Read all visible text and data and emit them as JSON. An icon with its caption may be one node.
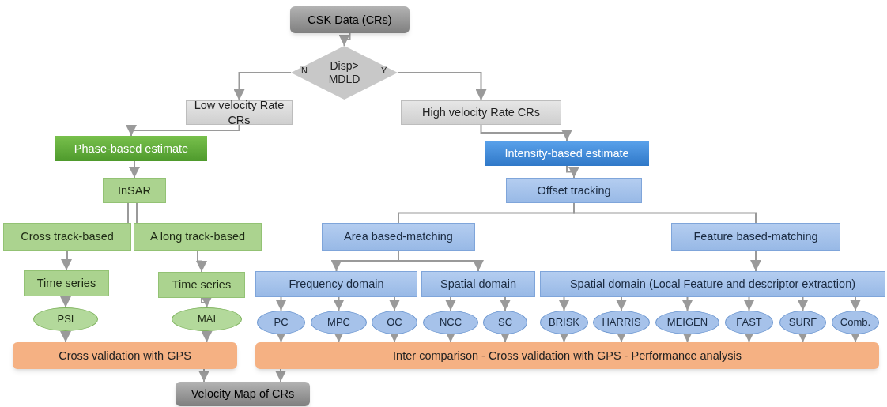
{
  "diagram": {
    "nodes": [
      {
        "text": [
          "CSK Data (CRs)"
        ]
      },
      {
        "text": [
          "Disp> MDLD"
        ]
      },
      {
        "text": [
          "Low velocity Rate CRs"
        ]
      },
      {
        "text": [
          "High velocity Rate CRs"
        ]
      },
      {
        "text": [
          "Phase-based estimate"
        ]
      },
      {
        "text": [
          "Intensity-based estimate"
        ]
      },
      {
        "text": [
          "InSAR"
        ]
      },
      {
        "text": [
          "Offset tracking"
        ]
      },
      {
        "text": [
          "Cross track-based"
        ]
      },
      {
        "text": [
          "A long track-based"
        ]
      },
      {
        "text": [
          "Area based-matching"
        ]
      },
      {
        "text": [
          "Feature based-matching"
        ]
      },
      {
        "text": [
          "Time series"
        ]
      },
      {
        "text": [
          "Time series"
        ]
      },
      {
        "text": [
          "Frequency domain"
        ]
      },
      {
        "text": [
          "Spatial domain"
        ]
      },
      {
        "text": [
          "Spatial domain (Local Feature and descriptor extraction)"
        ]
      },
      {
        "text": [
          "PSI"
        ]
      },
      {
        "text": [
          "MAI"
        ]
      },
      {
        "text": [
          "PC"
        ]
      },
      {
        "text": [
          "MPC"
        ]
      },
      {
        "text": [
          "OC"
        ]
      },
      {
        "text": [
          "NCC"
        ]
      },
      {
        "text": [
          "SC"
        ]
      },
      {
        "text": [
          "BRISK"
        ]
      },
      {
        "text": [
          "HARRIS"
        ]
      },
      {
        "text": [
          "MEIGEN"
        ]
      },
      {
        "text": [
          "FAST"
        ]
      },
      {
        "text": [
          "SURF"
        ]
      },
      {
        "text": [
          "Comb."
        ]
      },
      {
        "text": [
          "Cross validation with GPS"
        ]
      },
      {
        "text": [
          "Inter comparison - Cross validation with GPS - Performance analysis"
        ]
      },
      {
        "text": [
          "Velocity Map of CRs"
        ]
      }
    ],
    "edges": [
      {
        "from": 0,
        "to": 1,
        "arrow": "to"
      },
      {
        "from": 1,
        "to": 2,
        "arrow": "to",
        "label": "N"
      },
      {
        "from": 1,
        "to": 3,
        "arrow": "to",
        "label": "Y"
      },
      {
        "from": 2,
        "to": 4,
        "arrow": "to"
      },
      {
        "from": 3,
        "to": 5,
        "arrow": "to"
      },
      {
        "from": 4,
        "to": 6,
        "arrow": "to"
      },
      {
        "from": 5,
        "to": 7,
        "arrow": "to"
      },
      {
        "from": 6,
        "to": 8,
        "arrow": "none"
      },
      {
        "from": 6,
        "to": 9,
        "arrow": "none"
      },
      {
        "from": 7,
        "to": 10,
        "arrow": "none"
      },
      {
        "from": 7,
        "to": 11,
        "arrow": "none"
      },
      {
        "from": 8,
        "to": 12,
        "arrow": "to"
      },
      {
        "from": 9,
        "to": 13,
        "arrow": "to"
      },
      {
        "from": 10,
        "to": 14,
        "arrow": "to"
      },
      {
        "from": 10,
        "to": 15,
        "arrow": "to"
      },
      {
        "from": 11,
        "to": 16,
        "arrow": "to"
      },
      {
        "from": 12,
        "to": 17,
        "arrow": "to"
      },
      {
        "from": 13,
        "to": 18,
        "arrow": "to"
      },
      {
        "from": 14,
        "to": 19,
        "arrow": "to"
      },
      {
        "from": 14,
        "to": 20,
        "arrow": "to"
      },
      {
        "from": 14,
        "to": 21,
        "arrow": "to"
      },
      {
        "from": 15,
        "to": 22,
        "arrow": "to"
      },
      {
        "from": 15,
        "to": 23,
        "arrow": "to"
      },
      {
        "from": 16,
        "to": 24,
        "arrow": "to"
      },
      {
        "from": 16,
        "to": 25,
        "arrow": "to"
      },
      {
        "from": 16,
        "to": 26,
        "arrow": "to"
      },
      {
        "from": 16,
        "to": 27,
        "arrow": "to"
      },
      {
        "from": 16,
        "to": 28,
        "arrow": "to"
      },
      {
        "from": 16,
        "to": 29,
        "arrow": "to"
      },
      {
        "from": 17,
        "to": 30,
        "arrow": "to"
      },
      {
        "from": 18,
        "to": 30,
        "arrow": "to"
      },
      {
        "from": 19,
        "to": 31,
        "arrow": "to"
      },
      {
        "from": 20,
        "to": 31,
        "arrow": "to"
      },
      {
        "from": 21,
        "to": 31,
        "arrow": "to"
      },
      {
        "from": 22,
        "to": 31,
        "arrow": "to"
      },
      {
        "from": 23,
        "to": 31,
        "arrow": "to"
      },
      {
        "from": 24,
        "to": 31,
        "arrow": "to"
      },
      {
        "from": 25,
        "to": 31,
        "arrow": "to"
      },
      {
        "from": 26,
        "to": 31,
        "arrow": "to"
      },
      {
        "from": 27,
        "to": 31,
        "arrow": "to"
      },
      {
        "from": 28,
        "to": 31,
        "arrow": "to"
      },
      {
        "from": 29,
        "to": 31,
        "arrow": "to"
      },
      {
        "from": 30,
        "to": 32,
        "arrow": "to"
      },
      {
        "from": 31,
        "to": 32,
        "arrow": "to"
      }
    ]
  }
}
